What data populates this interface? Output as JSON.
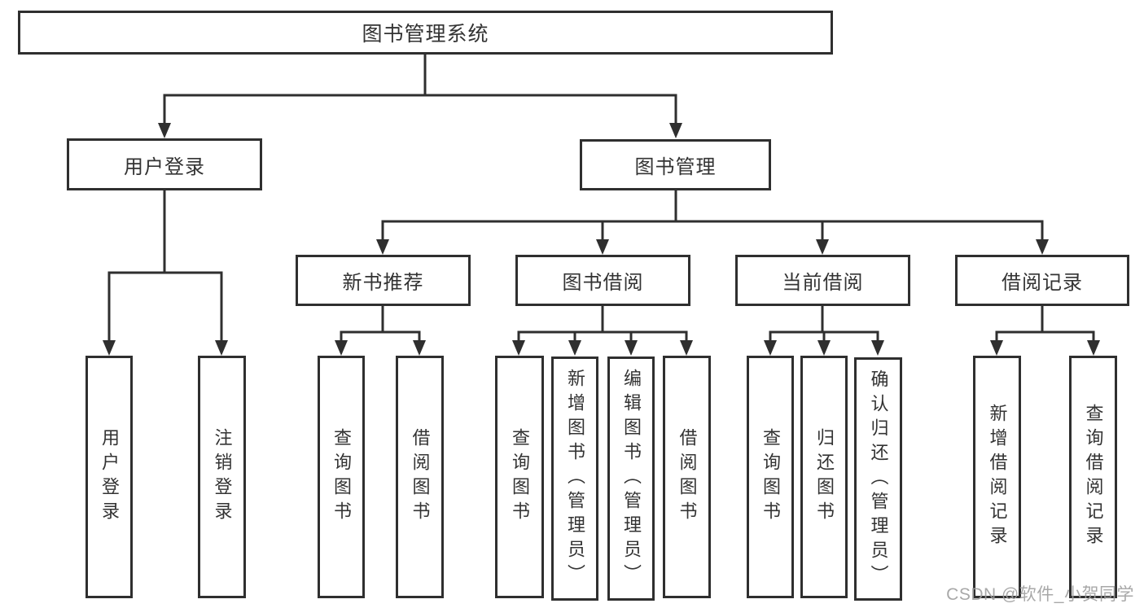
{
  "diagram": {
    "root": {
      "label": "图书管理系统"
    },
    "level2": [
      {
        "id": "user-login",
        "label": "用户登录"
      },
      {
        "id": "book-management",
        "label": "图书管理"
      }
    ],
    "level3": [
      {
        "id": "new-book-recommend",
        "label": "新书推荐"
      },
      {
        "id": "book-borrow",
        "label": "图书借阅"
      },
      {
        "id": "current-borrow",
        "label": "当前借阅"
      },
      {
        "id": "borrow-record",
        "label": "借阅记录"
      }
    ],
    "leaves": [
      {
        "id": "user-login-leaf",
        "label": "用户登录"
      },
      {
        "id": "logout",
        "label": "注销登录"
      },
      {
        "id": "query-books-1",
        "label": "查询图书"
      },
      {
        "id": "borrow-books-1",
        "label": "借阅图书"
      },
      {
        "id": "query-books-2",
        "label": "查询图书"
      },
      {
        "id": "add-book-admin",
        "label": "新增图书（管理员）"
      },
      {
        "id": "edit-book-admin",
        "label": "编辑图书（管理员）"
      },
      {
        "id": "borrow-books-2",
        "label": "借阅图书"
      },
      {
        "id": "query-books-3",
        "label": "查询图书"
      },
      {
        "id": "return-books",
        "label": "归还图书"
      },
      {
        "id": "confirm-return-admin",
        "label": "确认归还（管理员）"
      },
      {
        "id": "add-borrow-record",
        "label": "新增借阅记录"
      },
      {
        "id": "query-borrow-record",
        "label": "查询借阅记录"
      }
    ],
    "watermark": "CSDN @软件_小贺同学",
    "colors": {
      "line": "#2f2f2f",
      "border": "#2f2f2f",
      "text": "#333333",
      "watermark": "#9e9e9e",
      "background": "#ffffff"
    }
  }
}
